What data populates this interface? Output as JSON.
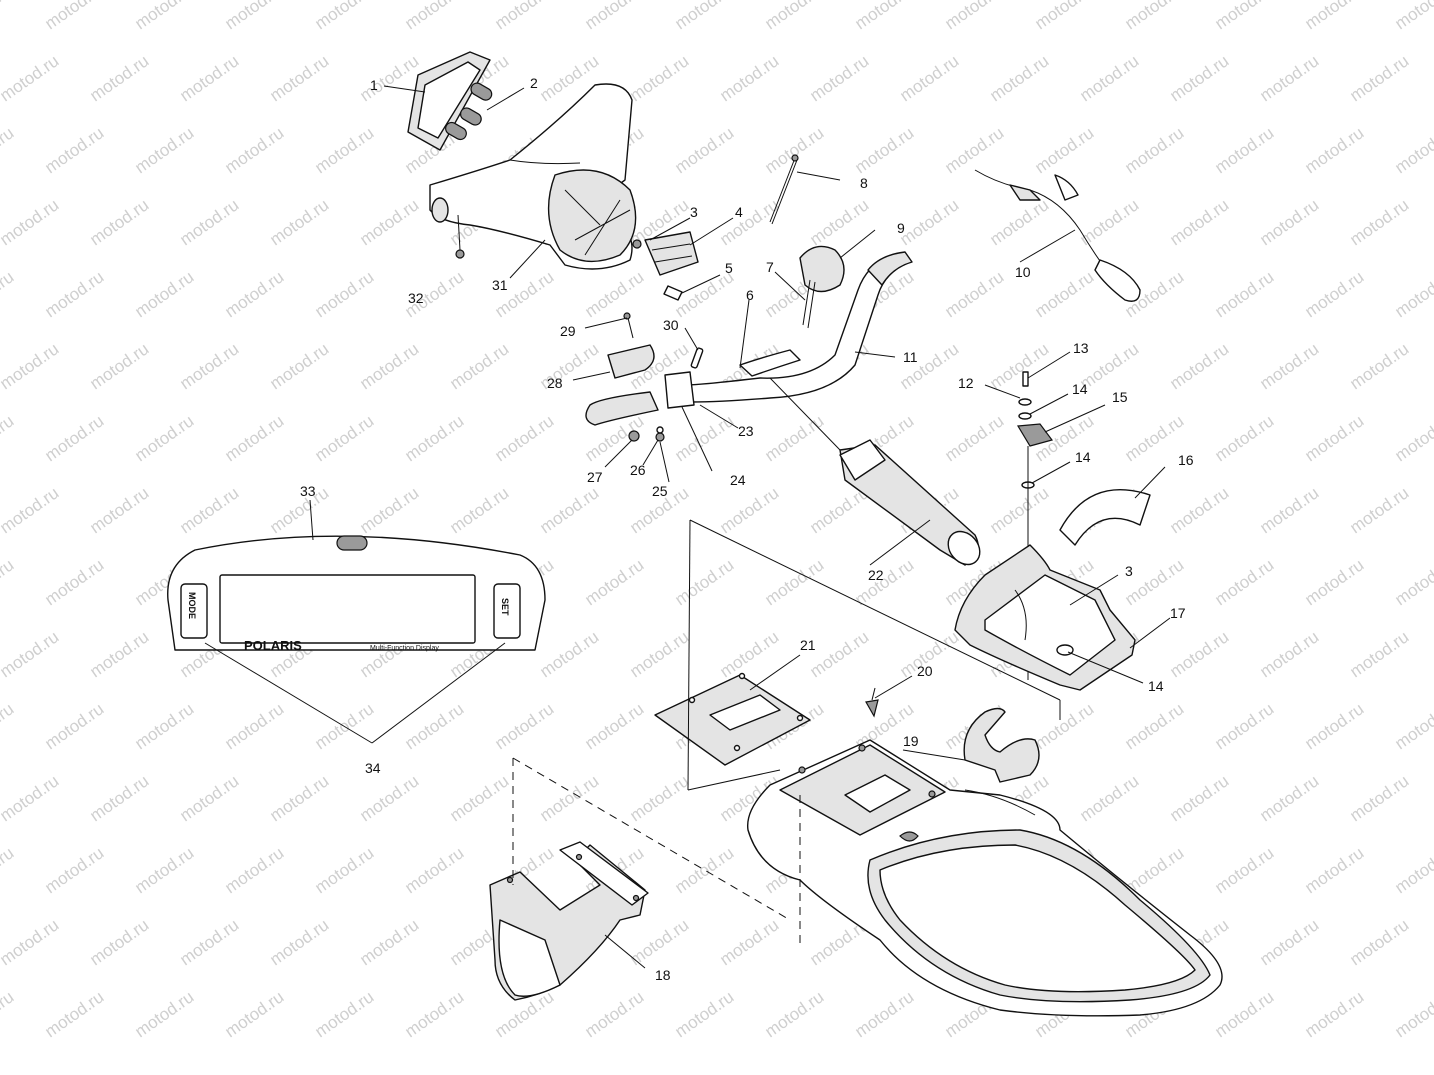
{
  "watermark": {
    "text": "motod.ru"
  },
  "callouts": [
    "1",
    "2",
    "3",
    "4",
    "5",
    "6",
    "7",
    "8",
    "9",
    "10",
    "11",
    "12",
    "13",
    "14",
    "15",
    "16",
    "17",
    "18",
    "19",
    "20",
    "21",
    "22",
    "23",
    "24",
    "25",
    "26",
    "27",
    "28",
    "29",
    "30",
    "31",
    "32",
    "33",
    "34",
    "3",
    "14",
    "14",
    "14"
  ],
  "display_panel": {
    "brand": "POLARIS",
    "caption": "Multi-Function Display",
    "left_button": "MODE",
    "right_button": "SET"
  },
  "colors": {
    "ink": "#111111",
    "fill": "#e4e4e4",
    "watermark": "#cfcfcf"
  }
}
